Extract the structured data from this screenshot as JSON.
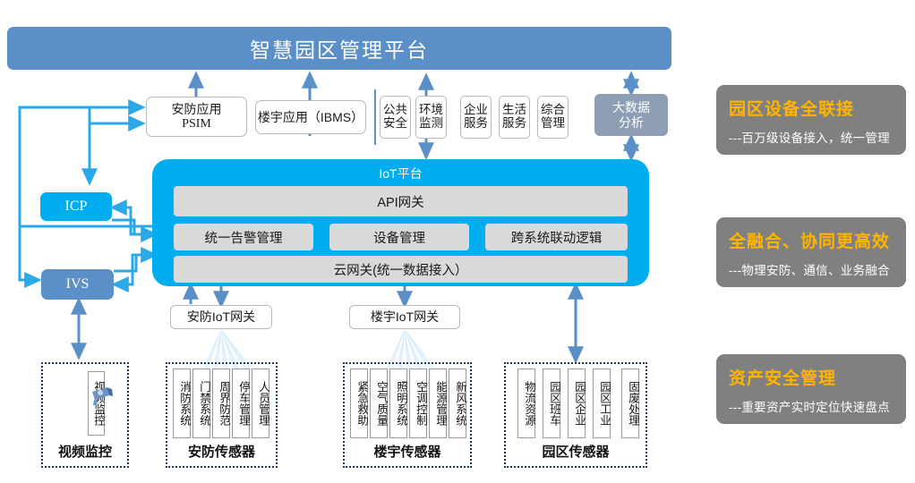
{
  "header": {
    "title": "智慧园区管理平台"
  },
  "apps": {
    "psim": "安防应用\nPSIM",
    "psim_line1": "安防应用",
    "psim_line2": "PSIM",
    "ibms": "楼宇应用（IBMS）",
    "small": [
      {
        "line1": "公共",
        "line2": "安全"
      },
      {
        "line1": "环境",
        "line2": "监测"
      },
      {
        "line1": "企业",
        "line2": "服务"
      },
      {
        "line1": "生活",
        "line2": "服务"
      },
      {
        "line1": "综合",
        "line2": "管理"
      }
    ],
    "bigdata": {
      "line1": "大数据",
      "line2": "分析"
    }
  },
  "iot": {
    "title": "IoT平台",
    "api_gateway": "API网关",
    "middle": [
      "统一告警管理",
      "设备管理",
      "跨系统联动逻辑"
    ],
    "cloud_gateway": "云网关(统一数据接入）"
  },
  "nodes": {
    "icp": "ICP",
    "ivs": "IVS"
  },
  "gateways": {
    "security": "安防IoT网关",
    "building": "楼宇IoT网关"
  },
  "groups": [
    {
      "label": "视频监控",
      "items": [
        "视频监控"
      ]
    },
    {
      "label": "安防传感器",
      "items": [
        "消防系统",
        "门禁系统",
        "周界防范",
        "停车管理",
        "人员管理"
      ]
    },
    {
      "label": "楼宇传感器",
      "items": [
        "紧急救助",
        "空气质量",
        "照明系统",
        "空调控制",
        "能源管理",
        "新风系统"
      ]
    },
    {
      "label": "园区传感器",
      "items": [
        "物流资源",
        "园区班车",
        "园区企业",
        "园区工业",
        "固废处理"
      ]
    }
  ],
  "features": [
    {
      "title": "园区设备全联接",
      "subtitle": "---百万级设备接入，统一管理"
    },
    {
      "title": "全融合、协同更高效",
      "subtitle": "---物理安防、通信、业务融合"
    },
    {
      "title": "资产安全管理",
      "subtitle": "---重要资产实时定位快速盘点"
    }
  ],
  "colors": {
    "header_blue": "#5b8fc7",
    "cyan": "#00aeef",
    "gray_row": "#d9d9d9",
    "feature_gray": "#808080",
    "feature_title": "#ffb400",
    "bigdata": "#8e9eb5",
    "group_border": "#1f3864"
  }
}
